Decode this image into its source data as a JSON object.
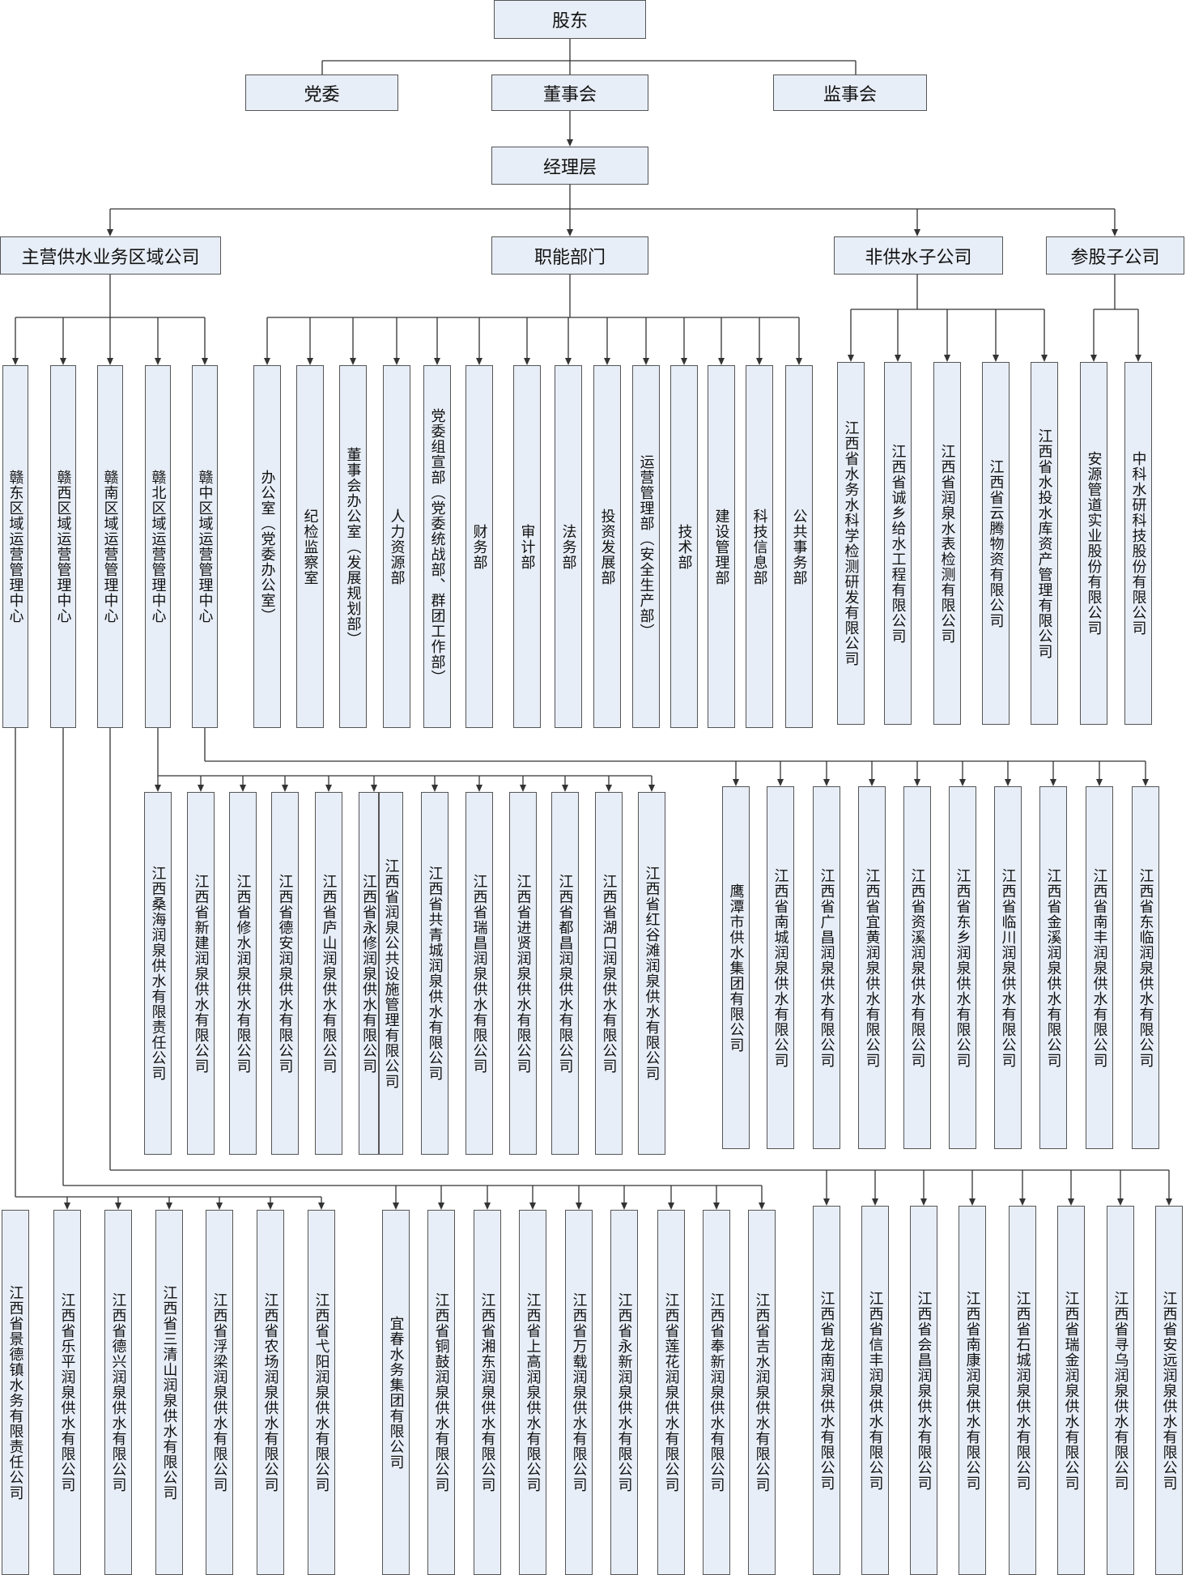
{
  "root": "股东",
  "governance": [
    "党委",
    "董事会",
    "监事会"
  ],
  "management": "经理层",
  "divisions": [
    "主营供水业务区域公司",
    "职能部门",
    "非供水子公司",
    "参股子公司"
  ],
  "regional_centers": [
    "赣东区域运营管理中心",
    "赣西区域运营管理中心",
    "赣南区域运营管理中心",
    "赣北区域运营管理中心",
    "赣中区域运营管理中心"
  ],
  "functional_departments": [
    "办公室（党委办公室）",
    "纪检监察室",
    "董事会办公室（发展规划部）",
    "人力资源部",
    "党委组宣部（党委统战部、群团工作部）",
    "财务部",
    "审计部",
    "法务部",
    "投资发展部",
    "运营管理部（安全生产部）",
    "技术部",
    "建设管理部",
    "科技信息部",
    "公共事务部"
  ],
  "non_water_subsidiaries": [
    "江西省水务水科学检测研发有限公司",
    "江西省诚乡给水工程有限公司",
    "江西省润泉水表检测有限公司",
    "江西省云腾物资有限公司",
    "江西省水投水库资产管理有限公司"
  ],
  "participating_subsidiaries": [
    "安源管道实业股份有限公司",
    "中科水研科技股份有限公司"
  ],
  "ganbei_companies": [
    "江西桑海润泉供水有限责任公司",
    "江西省新建润泉供水有限公司",
    "江西省修水润泉供水有限公司",
    "江西省德安润泉供水有限公司",
    "江西省庐山润泉供水有限公司",
    "江西省永修润泉供水有限公司",
    "江西省润泉公共设施管理有限公司",
    "江西省共青城润泉供水有限公司",
    "江西省瑞昌润泉供水有限公司",
    "江西省进贤润泉供水有限公司",
    "江西省都昌润泉供水有限公司",
    "江西省湖口润泉供水有限公司",
    "江西省红谷滩润泉供水有限公司"
  ],
  "ganzhong_companies": [
    "鹰潭市供水集团有限公司",
    "江西省南城润泉供水有限公司",
    "江西省广昌润泉供水有限公司",
    "江西省宜黄润泉供水有限公司",
    "江西省资溪润泉供水有限公司",
    "江西省东乡润泉供水有限公司",
    "江西省临川润泉供水有限公司",
    "江西省金溪润泉供水有限公司",
    "江西省南丰润泉供水有限公司",
    "江西省东临润泉供水有限公司"
  ],
  "gandong_companies": [
    "江西省景德镇水务有限责任公司",
    "江西省乐平润泉供水有限公司",
    "江西省德兴润泉供水有限公司",
    "江西省三清山润泉供水有限公司",
    "江西省浮梁润泉供水有限公司",
    "江西省农场润泉供水有限公司",
    "江西省弋阳润泉供水有限公司"
  ],
  "ganxi_companies": [
    "宜春水务集团有限公司",
    "江西省铜鼓润泉供水有限公司",
    "江西省湘东润泉供水有限公司",
    "江西省上高润泉供水有限公司",
    "江西省万载润泉供水有限公司",
    "江西省永新润泉供水有限公司",
    "江西省莲花润泉供水有限公司",
    "江西省奉新润泉供水有限公司",
    "江西省吉水润泉供水有限公司"
  ],
  "gannan_companies": [
    "江西省龙南润泉供水有限公司",
    "江西省信丰润泉供水有限公司",
    "江西省会昌润泉供水有限公司",
    "江西省南康润泉供水有限公司",
    "江西省石城润泉供水有限公司",
    "江西省瑞金润泉供水有限公司",
    "江西省寻乌润泉供水有限公司",
    "江西省安远润泉供水有限公司"
  ]
}
